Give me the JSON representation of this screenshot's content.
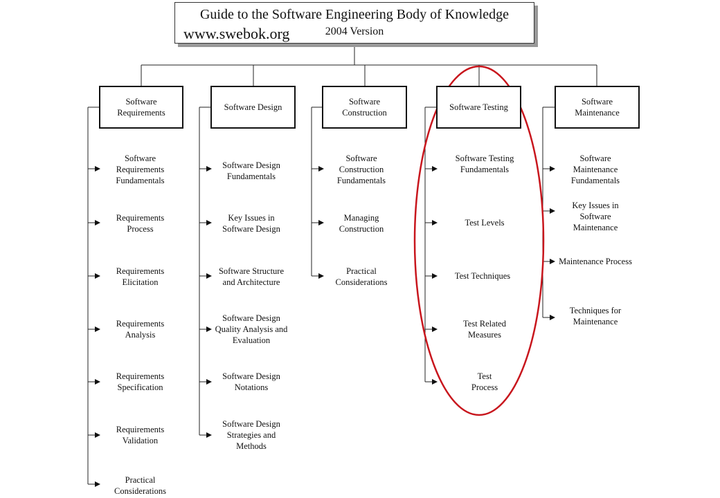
{
  "title": {
    "line1": "Guide to the Software Engineering Body of Knowledge",
    "line2": "2004 Version",
    "url": "www.swebok.org"
  },
  "highlight_color": "#c8161d",
  "areas": [
    {
      "name": "Software Requirements",
      "topics": [
        "Software Requirements Fundamentals",
        "Requirements Process",
        "Requirements Elicitation",
        "Requirements Analysis",
        "Requirements Specification",
        "Requirements Validation",
        "Practical Considerations"
      ]
    },
    {
      "name": "Software Design",
      "topics": [
        "Software Design Fundamentals",
        "Key Issues in Software Design",
        "Software Structure and Architecture",
        "Software Design Quality Analysis and Evaluation",
        "Software Design Notations",
        "Software Design Strategies and Methods"
      ]
    },
    {
      "name": "Software Construction",
      "topics": [
        "Software Construction Fundamentals",
        "Managing Construction",
        "Practical Considerations"
      ]
    },
    {
      "name": "Software Testing",
      "topics": [
        "Software Testing Fundamentals",
        "Test Levels",
        "Test Techniques",
        "Test Related Measures",
        "Test Process"
      ]
    },
    {
      "name": "Software Maintenance",
      "topics": [
        "Software Maintenance Fundamentals",
        "Key Issues in Software Maintenance",
        "Maintenance Process",
        "Techniques for Maintenance"
      ]
    }
  ]
}
